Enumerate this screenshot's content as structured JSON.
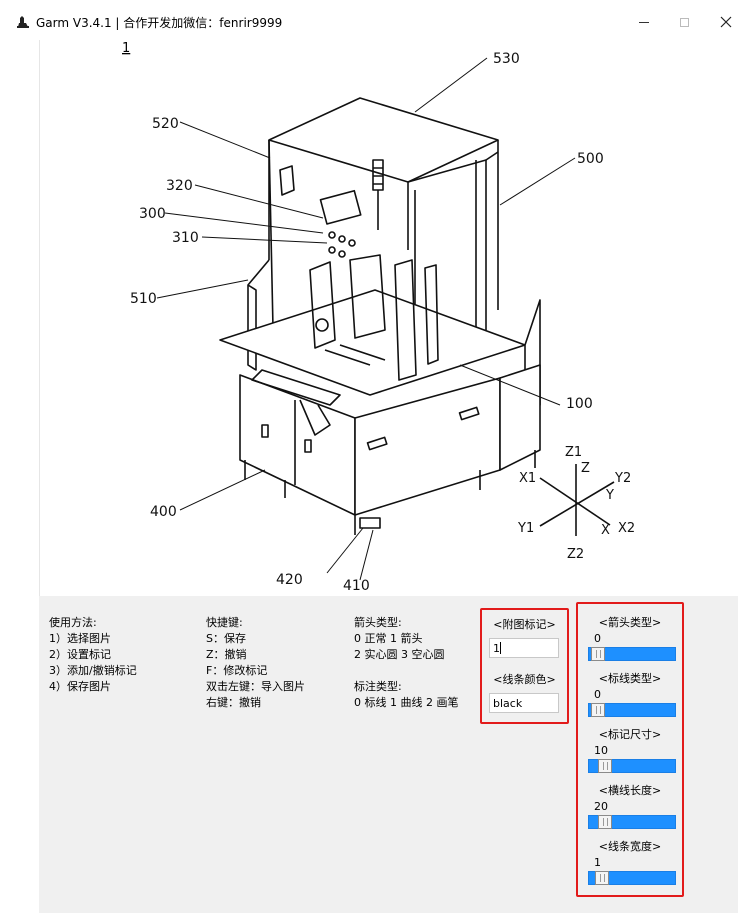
{
  "window": {
    "title": "Garm V3.4.1 | 合作开发加微信：fenrir9999"
  },
  "figure": {
    "figure_number": "1",
    "reference_labels": [
      "530",
      "520",
      "500",
      "320",
      "300",
      "310",
      "510",
      "100",
      "400",
      "420",
      "410"
    ],
    "axis_labels": [
      "Z1",
      "Z",
      "X1",
      "Y2",
      "Y",
      "Y1",
      "X",
      "X2",
      "Z2"
    ]
  },
  "usage": {
    "heading": "使用方法:",
    "steps": [
      "1）选择图片",
      "2）设置标记",
      "3）添加/撤销标记",
      "4）保存图片"
    ]
  },
  "shortcuts": {
    "heading": "快捷键:",
    "items": [
      "S：保存",
      "Z：撤销",
      "F：修改标记",
      "双击左键：导入图片",
      "右键：撤销"
    ]
  },
  "types": {
    "arrow_heading": "箭头类型:",
    "arrow_line1": "0 正常 1 箭头",
    "arrow_line2": "2 实心圆 3 空心圆",
    "mark_heading": "标注类型:",
    "mark_line1": "0 标线 1 曲线 2 画笔"
  },
  "fields": {
    "fig_mark_label": "<附图标记>",
    "fig_mark_value": "1",
    "line_color_label": "<线条颜色>",
    "line_color_value": "black"
  },
  "sliders": [
    {
      "label": "<箭头类型>",
      "value": "0",
      "fraction": 0.0
    },
    {
      "label": "<标线类型>",
      "value": "0",
      "fraction": 0.0
    },
    {
      "label": "<标记尺寸>",
      "value": "10",
      "fraction": 0.1
    },
    {
      "label": "<横线长度>",
      "value": "20",
      "fraction": 0.1
    },
    {
      "label": "<线条宽度>",
      "value": "1",
      "fraction": 0.05
    }
  ],
  "colors": {
    "highlight_border": "#e21b1b",
    "slider_track": "#1e90ff",
    "panel_bg": "#f0f0f0"
  }
}
